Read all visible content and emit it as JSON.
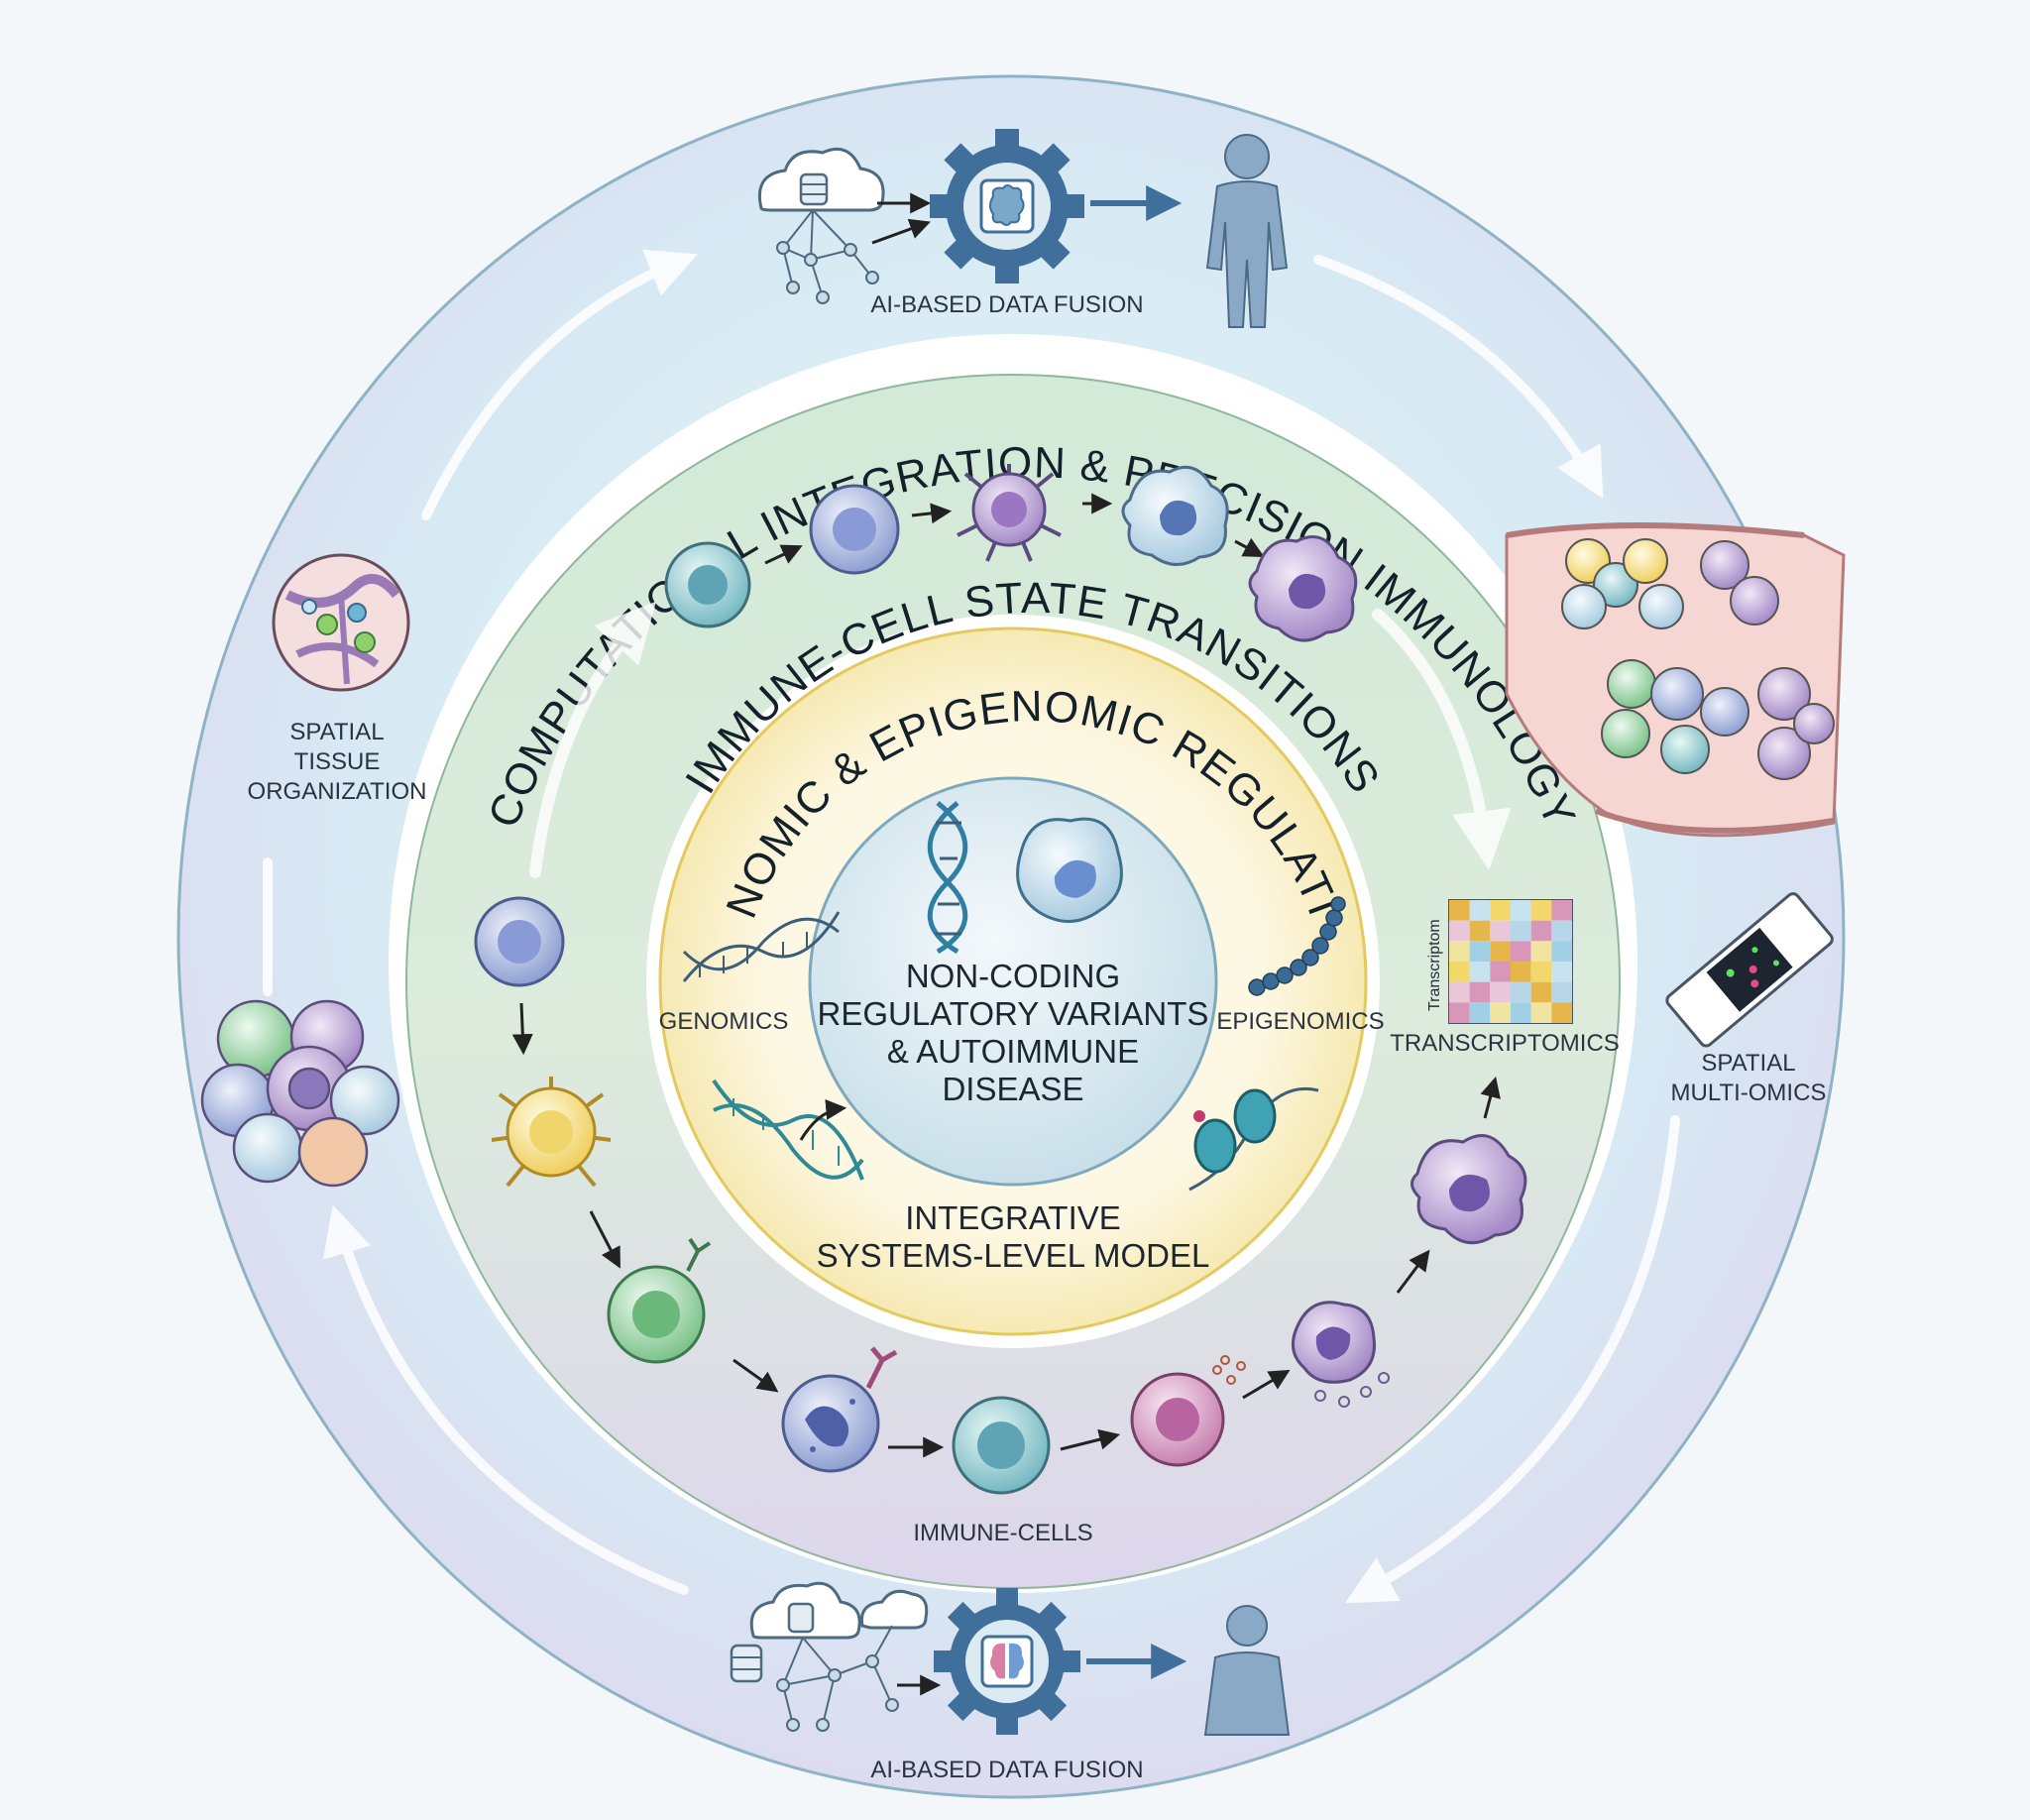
{
  "rings": {
    "outer_title": "COMPUTATIONAL INTEGRATION & PRECISION IMMUNOLOGY",
    "middle_title": "IMMUNE-CELL STATE TRANSITIONS",
    "inner_title": "GENOMIC & EPIGENOMIC REGULATION"
  },
  "core": {
    "line1": "NON-CODING",
    "line2": "REGULATORY VARIANTS",
    "line3": "& AUTOIMMUNE",
    "line4": "DISEASE"
  },
  "inner_ring": {
    "genomics": "GENOMICS",
    "epigenomics": "EPIGENOMICS",
    "model_line1": "INTEGRATIVE",
    "model_line2": "SYSTEMS-LEVEL MODEL"
  },
  "middle_ring": {
    "immune_cells": "IMMUNE-CELLS",
    "transcriptomics": "TRANSCRIPTOMICS",
    "heatmap_axis": "Transcriptom"
  },
  "outer_ring": {
    "fusion_top": "AI-BASED DATA FUSION",
    "fusion_bottom": "AI-BASED DATA FUSION",
    "spatial_tissue_1": "SPATIAL",
    "spatial_tissue_2": "TISSUE",
    "spatial_tissue_3": "ORGANIZATION",
    "spatial_multi_1": "SPATIAL",
    "spatial_multi_2": "MULTI-OMICS"
  },
  "colors": {
    "outer_ring": "#d6e9f3",
    "middle_ring": "#d5ead9",
    "inner_ring": "#fbf3d2",
    "core": "#dcecf3",
    "accent_blue": "#3f6f9a"
  }
}
